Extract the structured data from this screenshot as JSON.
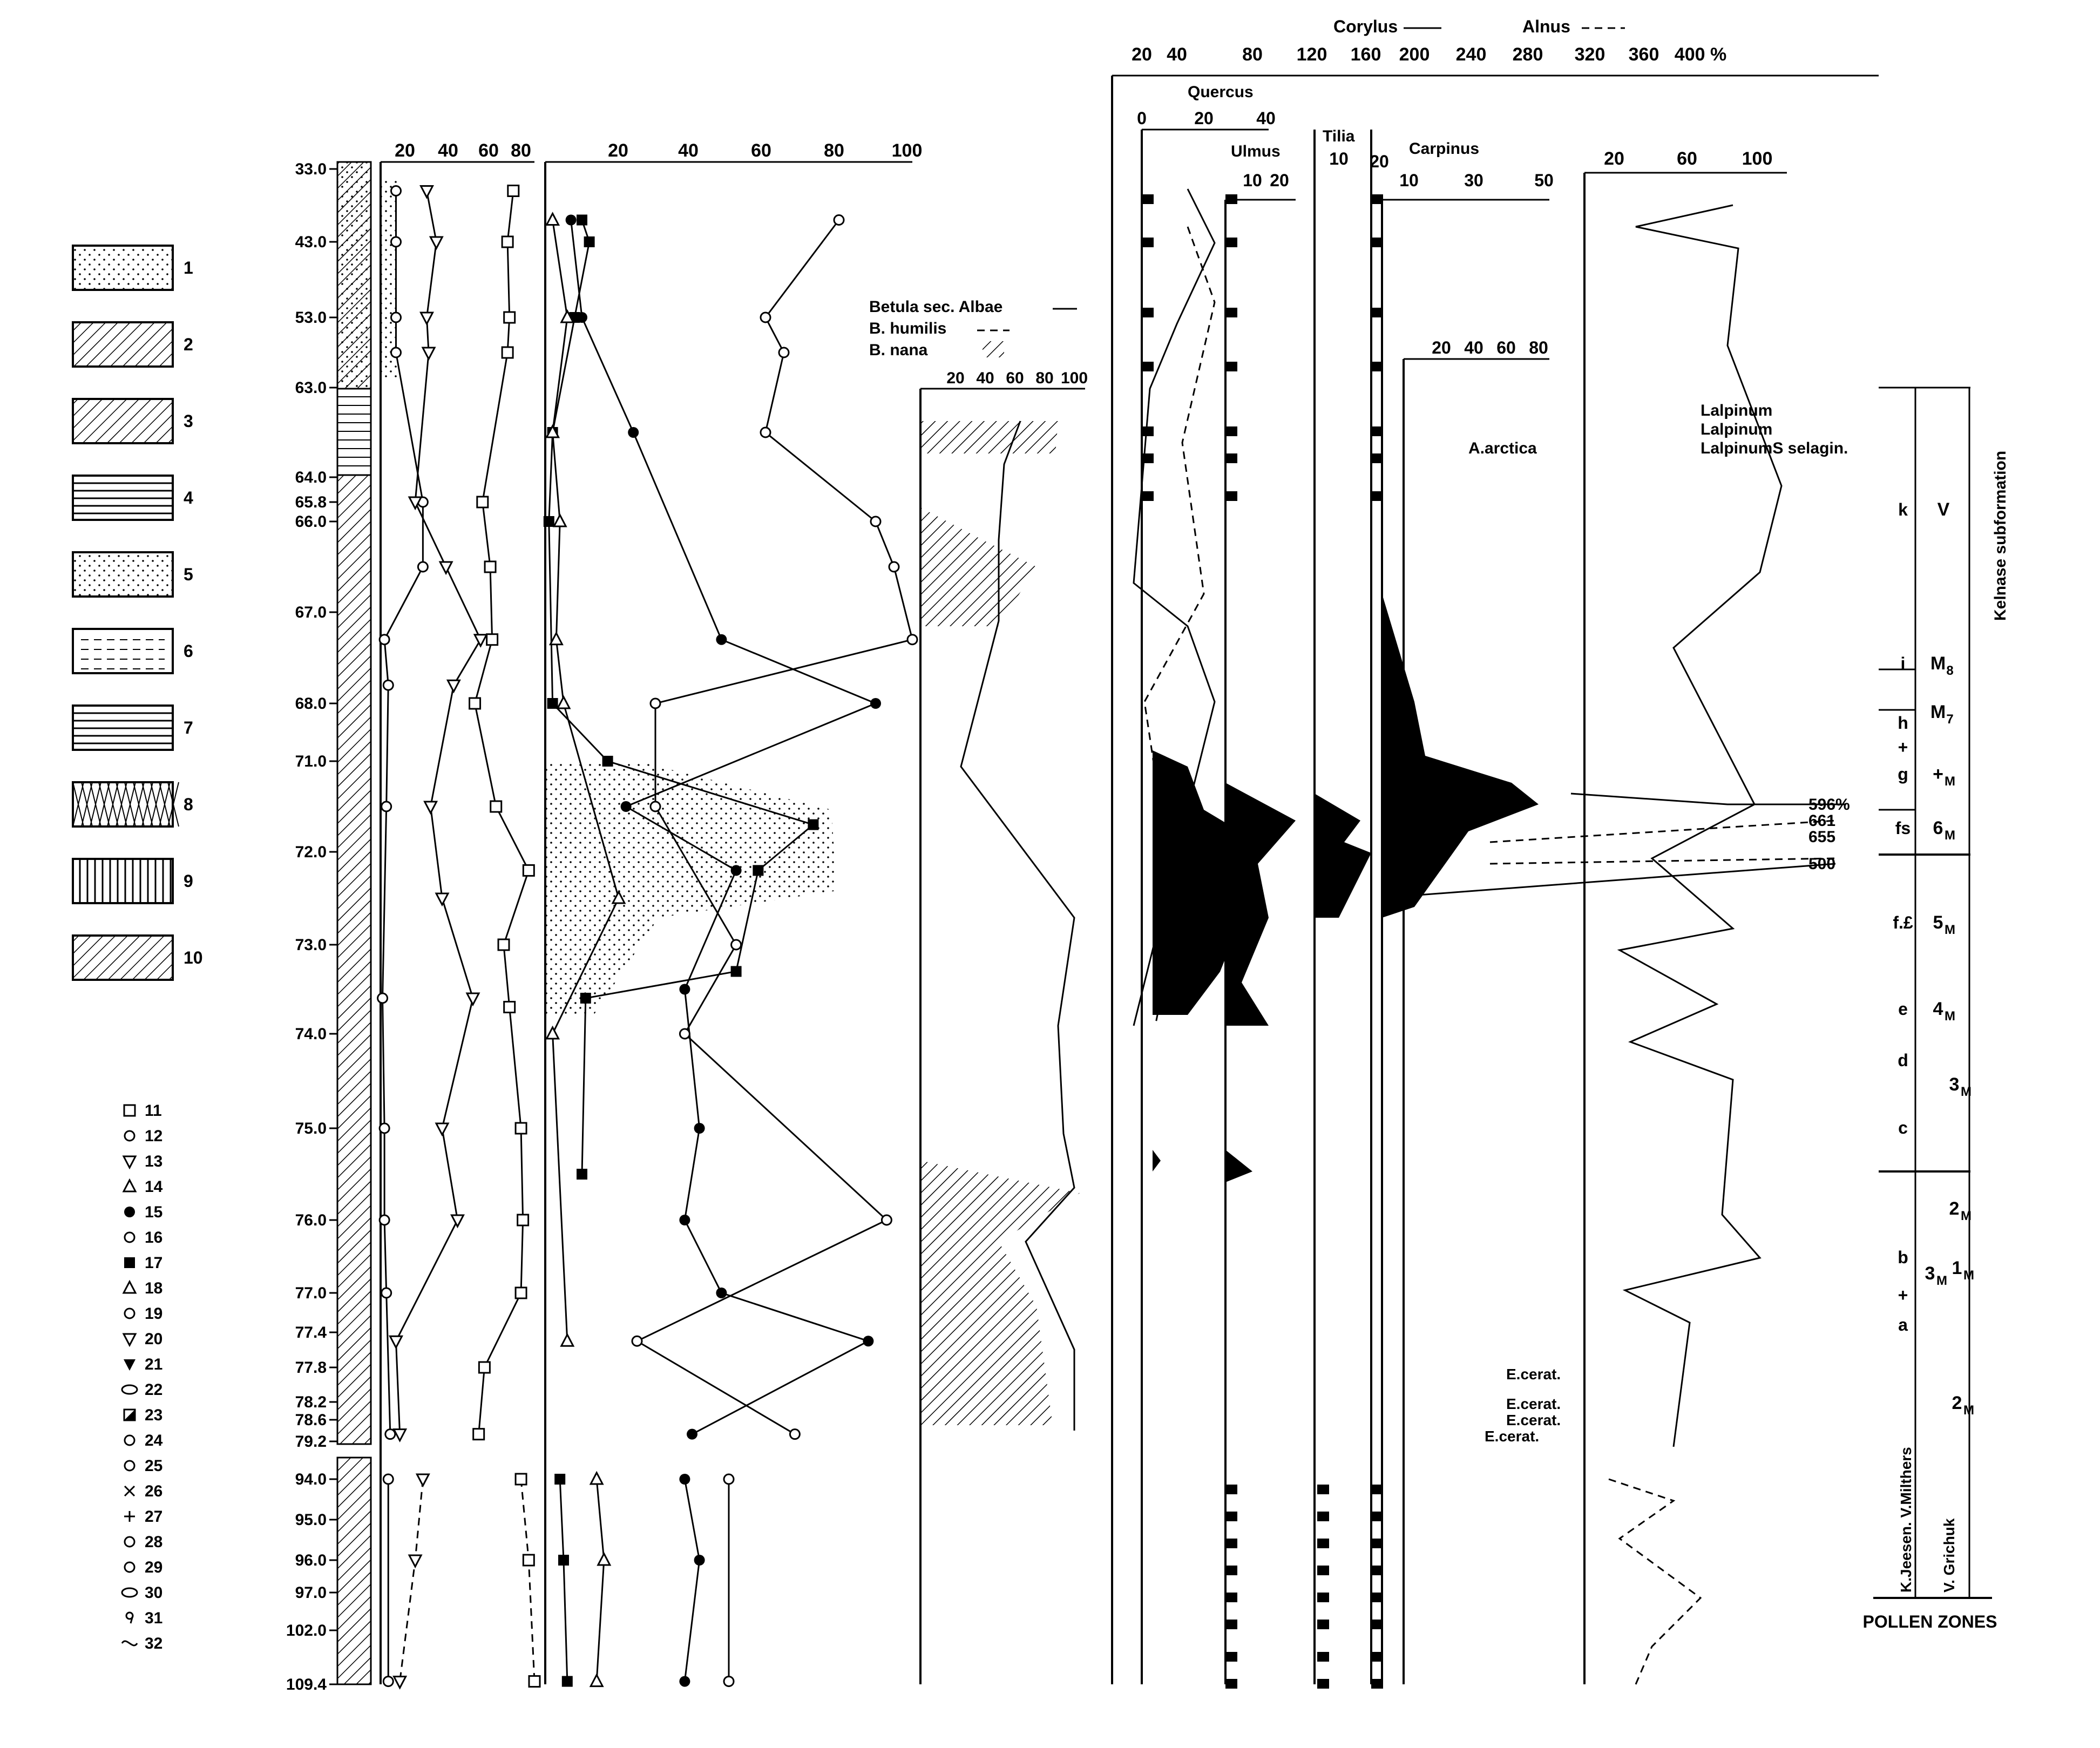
{
  "chart_data": {
    "type": "pollen-diagram",
    "depths": [
      "33.0",
      "43.0",
      "53.0",
      "63.0",
      "64.0",
      "65.8",
      "66.0",
      "67.0",
      "68.0",
      "71.0",
      "72.0",
      "73.0",
      "74.0",
      "75.0",
      "76.0",
      "77.0",
      "77.4",
      "77.8",
      "78.2",
      "78.6",
      "79.2",
      "94.0",
      "95.0",
      "96.0",
      "97.0",
      "102.0",
      "109.4"
    ],
    "legend": [
      "1",
      "2",
      "3",
      "4",
      "5",
      "6",
      "7",
      "8",
      "9",
      "10",
      "11",
      "12",
      "13",
      "14",
      "15",
      "16",
      "17",
      "18",
      "19",
      "20",
      "21",
      "22",
      "23",
      "24",
      "25",
      "26",
      "27",
      "28",
      "29",
      "30",
      "31",
      "32"
    ],
    "panels": [
      {
        "ticks": [
          "20",
          "40",
          "60",
          "80"
        ],
        "series": [
          {
            "symbol": "square",
            "values": [
              [
                36,
                69
              ],
              [
                43,
                66
              ],
              [
                53,
                67
              ],
              [
                58,
                66
              ],
              [
                65.8,
                53
              ],
              [
                66.5,
                57
              ],
              [
                67.3,
                58
              ],
              [
                68,
                49
              ],
              [
                71.5,
                60
              ],
              [
                72.2,
                77
              ],
              [
                73,
                64
              ],
              [
                73.7,
                67
              ],
              [
                75,
                73
              ],
              [
                76,
                74
              ],
              [
                77,
                73
              ],
              [
                77.8,
                54
              ],
              [
                79,
                51
              ],
              [
                94,
                73
              ],
              [
                96,
                77
              ],
              [
                109,
                80
              ]
            ]
          },
          {
            "symbol": "circle-open",
            "values": [
              [
                36,
                8
              ],
              [
                43,
                8
              ],
              [
                53,
                8
              ],
              [
                58,
                8
              ],
              [
                65.8,
                22
              ],
              [
                66.5,
                22
              ],
              [
                67.3,
                2
              ],
              [
                67.8,
                4
              ],
              [
                71.5,
                3
              ],
              [
                73.6,
                1
              ],
              [
                75,
                2
              ],
              [
                76,
                2
              ],
              [
                77,
                3
              ],
              [
                79,
                5
              ],
              [
                94,
                4
              ],
              [
                109,
                4
              ]
            ]
          },
          {
            "symbol": "triangle-down",
            "values": [
              [
                36,
                24
              ],
              [
                43,
                29
              ],
              [
                53,
                24
              ],
              [
                58,
                25
              ],
              [
                65.8,
                18
              ],
              [
                66.5,
                34
              ],
              [
                67.3,
                52
              ],
              [
                67.8,
                38
              ],
              [
                71.5,
                26
              ],
              [
                72.5,
                32
              ],
              [
                73.6,
                48
              ],
              [
                75,
                32
              ],
              [
                76,
                40
              ],
              [
                77.5,
                8
              ],
              [
                79,
                10
              ],
              [
                94,
                22
              ],
              [
                96,
                18
              ],
              [
                109,
                10
              ]
            ]
          }
        ]
      },
      {
        "ticks": [
          "20",
          "40",
          "60",
          "80",
          "100"
        ],
        "series": [
          {
            "symbol": "square-filled",
            "values": [
              [
                40,
                10
              ],
              [
                43,
                12
              ],
              [
                53,
                8
              ],
              [
                63.5,
                2
              ],
              [
                66,
                1
              ],
              [
                68,
                2
              ],
              [
                71,
                17
              ],
              [
                71.7,
                73
              ],
              [
                72.2,
                58
              ],
              [
                73.3,
                52
              ],
              [
                73.6,
                11
              ],
              [
                75.5,
                10
              ],
              [
                94,
                4
              ],
              [
                96,
                5
              ],
              [
                109,
                6
              ]
            ]
          },
          {
            "symbol": "dot",
            "values": [
              [
                40,
                7
              ],
              [
                53,
                10
              ],
              [
                63.5,
                24
              ],
              [
                67.3,
                48
              ],
              [
                68,
                90
              ],
              [
                71.5,
                22
              ],
              [
                72.2,
                52
              ],
              [
                73.5,
                38
              ],
              [
                75,
                42
              ],
              [
                76,
                38
              ],
              [
                77,
                48
              ],
              [
                77.5,
                88
              ],
              [
                79,
                40
              ],
              [
                94,
                38
              ],
              [
                96,
                42
              ],
              [
                109,
                38
              ]
            ]
          },
          {
            "symbol": "circle-open",
            "values": [
              [
                40,
                80
              ],
              [
                53,
                60
              ],
              [
                58,
                65
              ],
              [
                63.5,
                60
              ],
              [
                66,
                90
              ],
              [
                66.5,
                95
              ],
              [
                67.3,
                100
              ],
              [
                68,
                30
              ],
              [
                71.5,
                30
              ],
              [
                73,
                52
              ],
              [
                74,
                38
              ],
              [
                76,
                93
              ],
              [
                77.5,
                25
              ],
              [
                79,
                68
              ],
              [
                94,
                50
              ],
              [
                109,
                50
              ]
            ]
          },
          {
            "symbol": "triangle",
            "values": [
              [
                40,
                2
              ],
              [
                53,
                6
              ],
              [
                63.5,
                2
              ],
              [
                66,
                4
              ],
              [
                67.3,
                3
              ],
              [
                68,
                5
              ],
              [
                72.5,
                20
              ],
              [
                74,
                2
              ],
              [
                77.5,
                6
              ],
              [
                94,
                14
              ],
              [
                96,
                16
              ],
              [
                109,
                14
              ]
            ]
          }
        ]
      },
      {
        "title": "Betula sec. Albae",
        "ticks": [
          "20",
          "40",
          "60",
          "80",
          "100"
        ],
        "legend": [
          "Betula sec. Albae",
          "B. humilis",
          "B. nana"
        ]
      },
      {
        "title": "Corylus",
        "ticks": [
          "20",
          "40",
          "80",
          "120",
          "160",
          "200",
          "240",
          "280",
          "320",
          "360",
          "400 %"
        ],
        "peak_labels": [
          "596%",
          "661",
          "655",
          "500"
        ]
      },
      {
        "title": "Alnus"
      },
      {
        "title": "Quercus",
        "ticks": [
          "0",
          "20",
          "40"
        ]
      },
      {
        "title": "Ulmus",
        "ticks": [
          "10",
          "20"
        ]
      },
      {
        "title": "Tilia",
        "ticks": [
          "10"
        ]
      },
      {
        "title": "Carpinus",
        "ticks": [
          "20",
          "10",
          "30",
          "50"
        ]
      },
      {
        "ticks": [
          "20",
          "40",
          "60",
          "80"
        ],
        "annotations": [
          "A.arctica",
          "E.cerat.",
          "E.cerat.",
          "E.cerat.",
          "E.cerat."
        ]
      },
      {
        "ticks": [
          "20",
          "60",
          "100"
        ],
        "annotations": [
          "Lalpinum",
          "Lalpinum",
          "LalpinumS selagin."
        ]
      }
    ],
    "zones": {
      "letters": [
        "k",
        "i",
        "h",
        "+",
        "g",
        "fs",
        "f.£",
        "e",
        "d",
        "c",
        "b",
        "+",
        "a"
      ],
      "labels": [
        "V",
        "M",
        "8",
        "M",
        "7",
        "+",
        "M",
        "6",
        "M",
        "5",
        "M",
        "4",
        "M",
        "3",
        "M",
        "2",
        "M",
        "3",
        "M",
        "1",
        "M",
        "2",
        "M",
        "1"
      ],
      "formation": "Kelnase subformation",
      "authors": [
        "K.Jeesen. V.Milthers",
        "V. Grichuk"
      ],
      "footer": "POLLEN ZONES"
    }
  }
}
